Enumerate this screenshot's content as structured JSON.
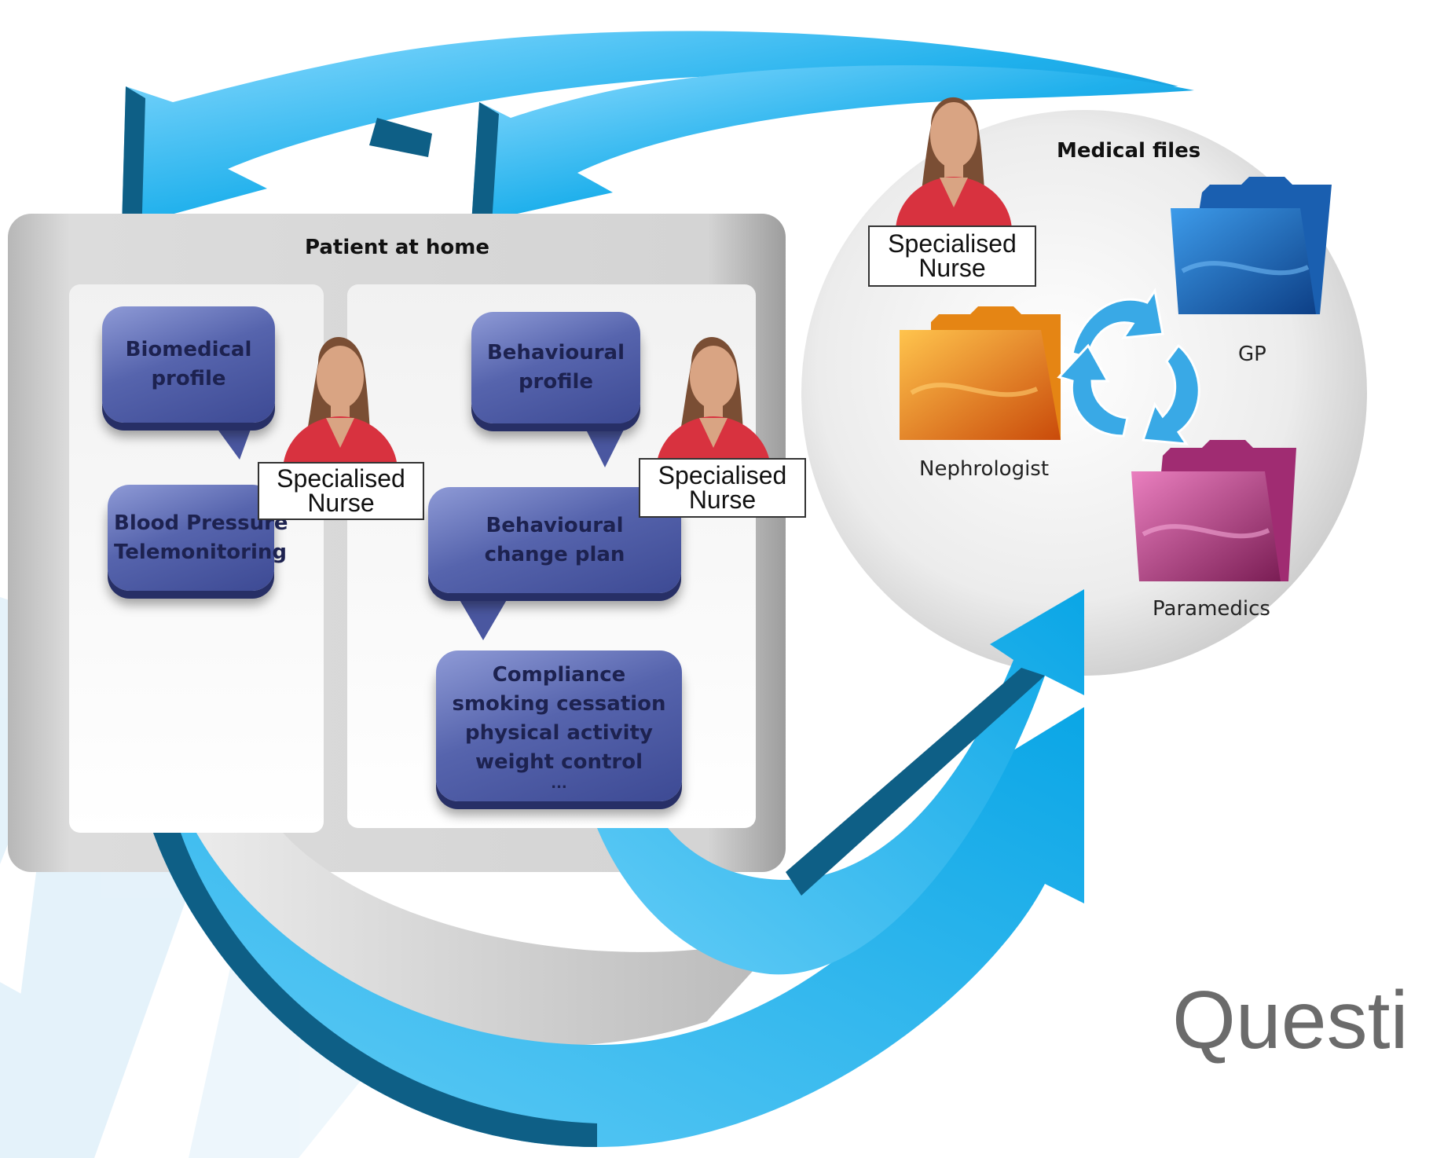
{
  "title_partial": "Questi",
  "patient_panel": {
    "title": "Patient at home"
  },
  "left_column": {
    "biomedical_profile": [
      "Biomedical",
      "profile"
    ],
    "bp_telemonitoring": [
      "Blood Pressure",
      "Telemonitoring"
    ],
    "nurse_label": [
      "Specialised",
      "Nurse"
    ]
  },
  "right_column": {
    "behavioural_profile": [
      "Behavioural",
      "profile"
    ],
    "behavioural_change_plan": [
      "Behavioural",
      "change plan"
    ],
    "compliance": [
      "Compliance",
      "smoking cessation",
      "physical activity",
      "weight control",
      "..."
    ],
    "nurse_label": [
      "Specialised",
      "Nurse"
    ]
  },
  "medical_files": {
    "title": "Medical files",
    "nurse_label": [
      "Specialised",
      "Nurse"
    ],
    "folders": [
      {
        "name": "Nephrologist",
        "color": "#f08a1c"
      },
      {
        "name": "GP",
        "color": "#1a6fc0"
      },
      {
        "name": "Paramedics",
        "color": "#b83a86"
      }
    ]
  },
  "colors": {
    "arrow_blue": "#29aee8",
    "arrow_dark": "#0e5f86",
    "bubble_blue": "#5664ad",
    "nurse_shirt": "#d8323f",
    "nurse_hair": "#7a4e34",
    "nurse_skin": "#d9a483"
  }
}
